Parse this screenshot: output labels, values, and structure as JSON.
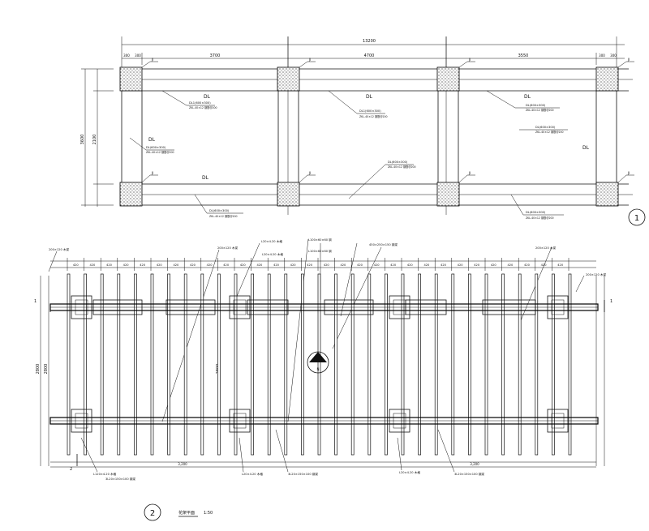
{
  "plan1": {
    "overall_dim": "13200",
    "bay_dims": [
      "3700",
      "4700",
      "3550"
    ],
    "edge_dims": [
      "300",
      "300",
      "300",
      "300"
    ],
    "side_dims": [
      "3600",
      "2100"
    ],
    "column_tags": [
      "JI",
      "JI",
      "JI",
      "JI",
      "JI",
      "JI",
      "JI",
      "JI"
    ],
    "beam_labels": [
      "DL",
      "DL",
      "DL",
      "DL",
      "DL",
      "DL"
    ],
    "beam_callouts": [
      {
        "a": "DL1(600×300)",
        "b": "ZKL-40×12  钢筋@200"
      },
      {
        "a": "DL1(600×300)",
        "b": "ZKL-40×12  钢筋@200"
      },
      {
        "a": "DL(600×300)",
        "b": "ZKL-40×12  钢筋@200"
      },
      {
        "a": "DL(600×300)",
        "b": "ZKL-40×12  钢筋@200"
      },
      {
        "a": "DL(600×300)",
        "b": "ZKL-40×12  钢筋@200"
      },
      {
        "a": "DL(600×300)",
        "b": "ZKL-40×12  钢筋@200"
      },
      {
        "a": "DL(600×300)",
        "b": "ZKL-40×12  钢筋@200"
      },
      {
        "a": "DL(600×300)",
        "b": "ZKL-40×12  钢筋@200"
      }
    ],
    "marker": "1"
  },
  "plan2": {
    "module_dim": "420",
    "overall_dims": [
      "3,200",
      "3,200"
    ],
    "side_dims": [
      "2800",
      "2800",
      "2800"
    ],
    "section_marks": [
      "1",
      "1",
      "2"
    ],
    "top_callouts": [
      "200×120 木梁",
      "200×120 木梁",
      "L20×4.20 木格",
      "L20×4.20 木格",
      "L100×60×60 钢",
      "450×250×150 钢梁",
      "L100×60×60 钢",
      "200×120 木梁",
      "200×120 木梁"
    ],
    "bottom_callouts": [
      "L120×4.20 木格",
      "3L20×150×100 钢梁",
      "L20×4.20 木格",
      "3L20×150×100 钢梁",
      "L20×4.20 木格",
      "3L20×150×100 钢梁"
    ],
    "north_label": "N",
    "marker": "2",
    "title": "花架平面",
    "scale": "1:50"
  }
}
